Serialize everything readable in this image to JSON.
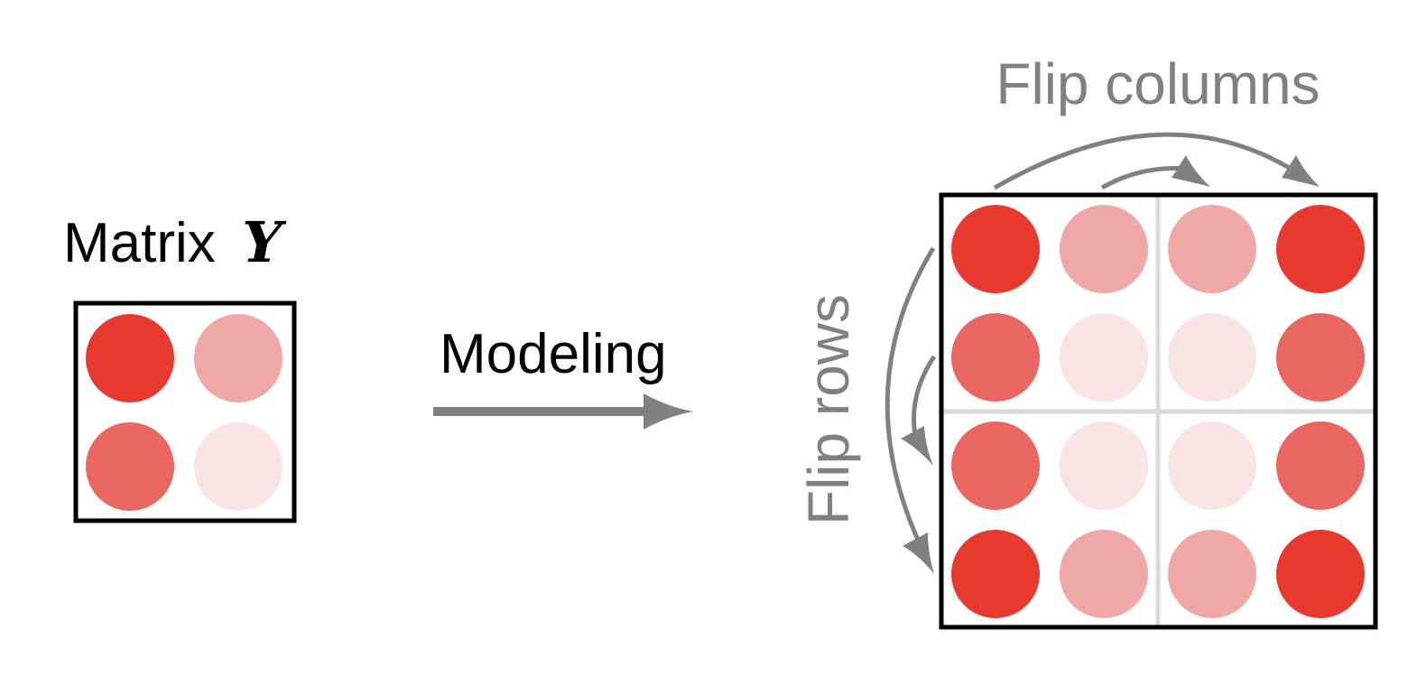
{
  "left_matrix": {
    "title_text": "Matrix",
    "title_symbol": "Y",
    "cells": [
      [
        "#e8392e",
        "#f0a8a7"
      ],
      [
        "#ea6661",
        "#f9e3e3"
      ]
    ]
  },
  "arrow": {
    "label": "Modeling",
    "color": "#808080"
  },
  "right_matrix": {
    "cells": [
      [
        "#e8392e",
        "#f0a8a7",
        "#f0a8a7",
        "#e8392e"
      ],
      [
        "#ea6661",
        "#f9e3e3",
        "#f9e3e3",
        "#ea6661"
      ],
      [
        "#ea6661",
        "#f9e3e3",
        "#f9e3e3",
        "#ea6661"
      ],
      [
        "#e8392e",
        "#f0a8a7",
        "#f0a8a7",
        "#e8392e"
      ]
    ],
    "divider_color": "#d9d9d9"
  },
  "annotations": {
    "flip_columns": "Flip columns",
    "flip_rows": "Flip rows",
    "color": "#808080"
  }
}
